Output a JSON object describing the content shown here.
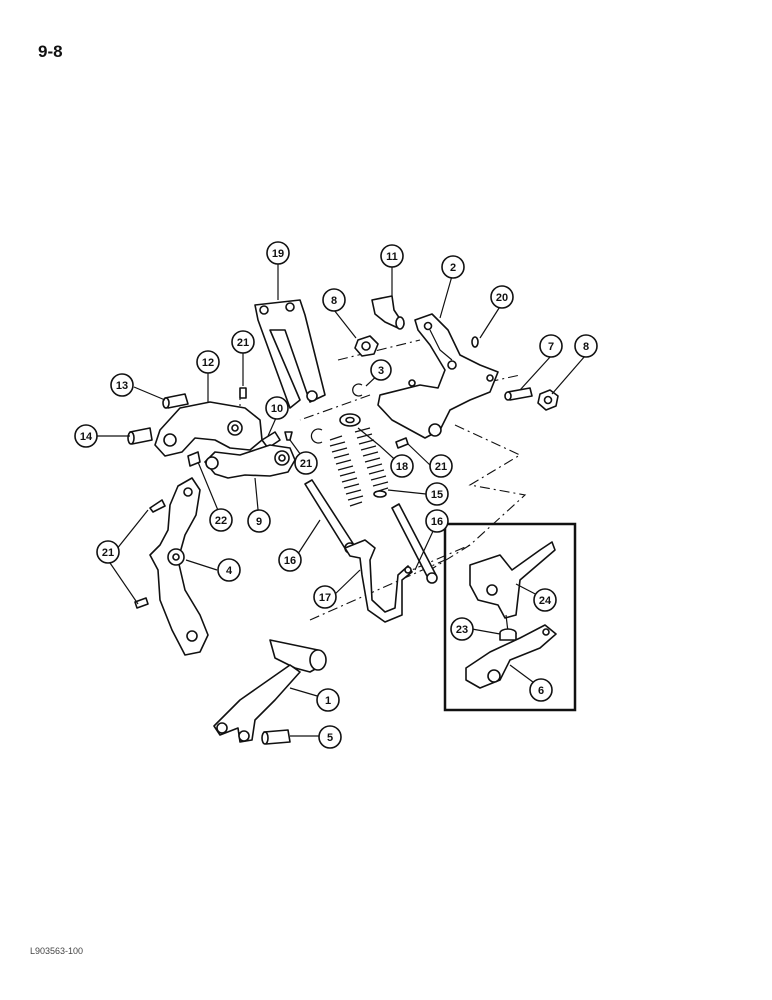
{
  "page": {
    "page_number": "9-8",
    "figure_code": "L903563-100"
  },
  "callouts": [
    {
      "id": "c19",
      "label": "19"
    },
    {
      "id": "c11",
      "label": "11"
    },
    {
      "id": "c2",
      "label": "2"
    },
    {
      "id": "c20",
      "label": "20"
    },
    {
      "id": "c8a",
      "label": "8"
    },
    {
      "id": "c7",
      "label": "7"
    },
    {
      "id": "c8b",
      "label": "8"
    },
    {
      "id": "c21a",
      "label": "21"
    },
    {
      "id": "c12",
      "label": "12"
    },
    {
      "id": "c3",
      "label": "3"
    },
    {
      "id": "c13",
      "label": "13"
    },
    {
      "id": "c10",
      "label": "10"
    },
    {
      "id": "c14",
      "label": "14"
    },
    {
      "id": "c21b",
      "label": "21"
    },
    {
      "id": "c18",
      "label": "18"
    },
    {
      "id": "c21c",
      "label": "21"
    },
    {
      "id": "c15",
      "label": "15"
    },
    {
      "id": "c22",
      "label": "22"
    },
    {
      "id": "c9",
      "label": "9"
    },
    {
      "id": "c16a",
      "label": "16"
    },
    {
      "id": "c21d",
      "label": "21"
    },
    {
      "id": "c4",
      "label": "4"
    },
    {
      "id": "c16b",
      "label": "16"
    },
    {
      "id": "c17",
      "label": "17"
    },
    {
      "id": "c24",
      "label": "24"
    },
    {
      "id": "c23",
      "label": "23"
    },
    {
      "id": "c6",
      "label": "6"
    },
    {
      "id": "c1",
      "label": "1"
    },
    {
      "id": "c5",
      "label": "5"
    }
  ]
}
